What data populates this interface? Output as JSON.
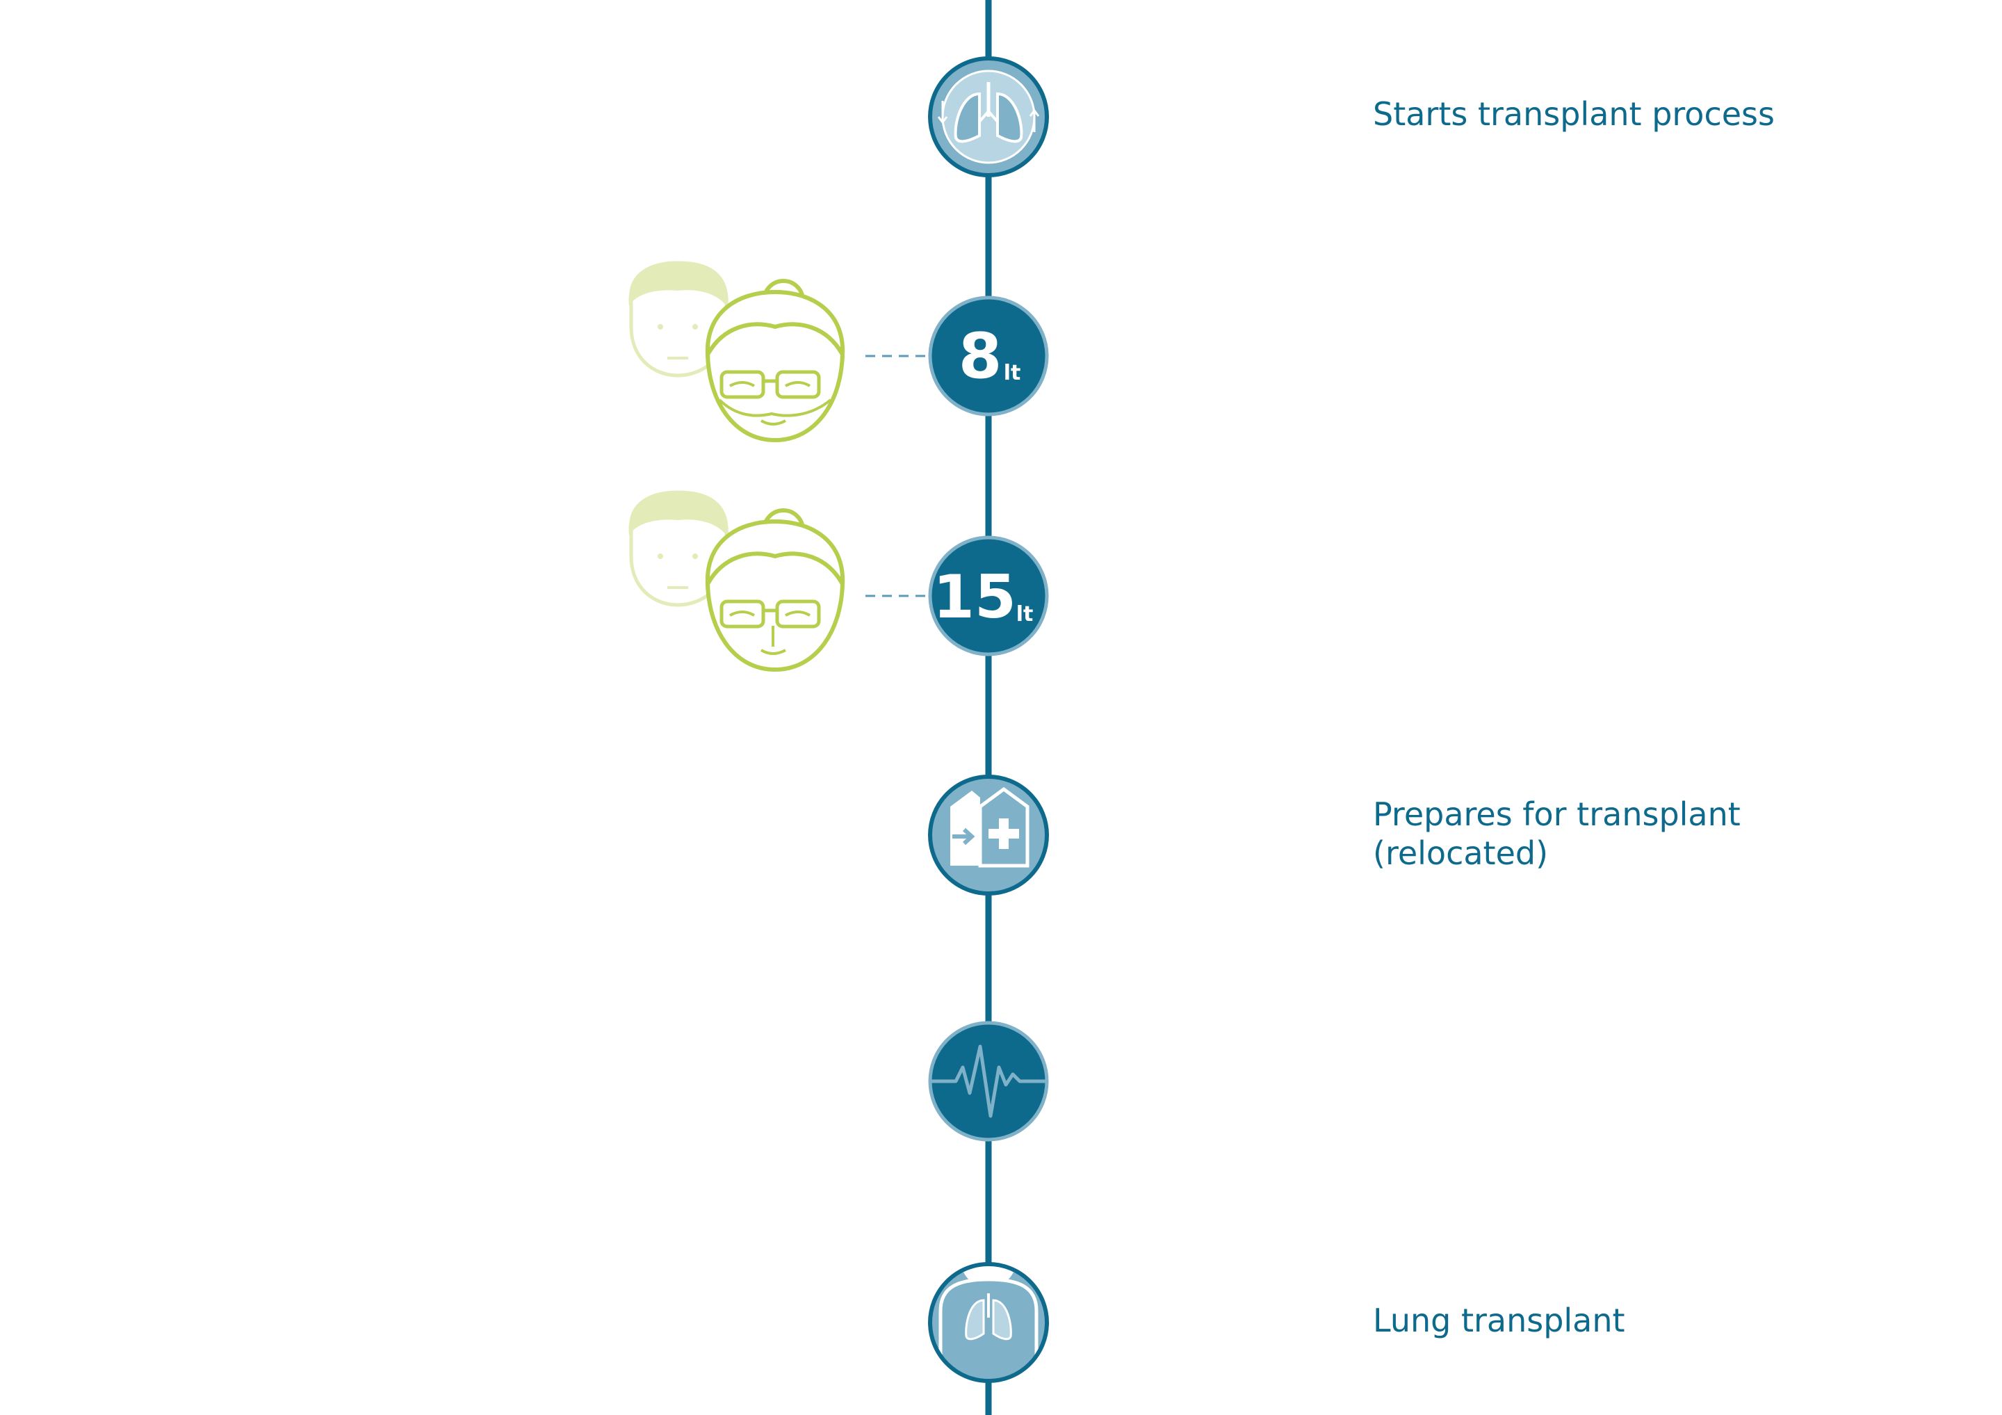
{
  "colors": {
    "timeline": "#0e6a8c",
    "node_dark": "#0e6a8c",
    "node_mid": "#7fb1c8",
    "node_light": "#b7d5e2",
    "label": "#0e6a8c",
    "face_green": "#b5cf4d",
    "face_green_light": "#e3ebb8",
    "connector": "#5a9bbc"
  },
  "steps": [
    {
      "icon": "lungs-icon",
      "label_lines": [
        "Starts transplant process"
      ]
    },
    {
      "icon": "oxygen-8-liters-icon",
      "badge_number": "8",
      "badge_unit": "lt",
      "has_people": true
    },
    {
      "icon": "oxygen-15-liters-icon",
      "badge_number": "15",
      "badge_unit": "lt",
      "has_people": true
    },
    {
      "icon": "hospital-relocation-icon",
      "label_lines": [
        "Prepares for transplant",
        "(relocated)"
      ]
    },
    {
      "icon": "heartbeat-icon"
    },
    {
      "icon": "chest-lungs-icon",
      "label_lines": [
        "Lung transplant"
      ]
    }
  ]
}
